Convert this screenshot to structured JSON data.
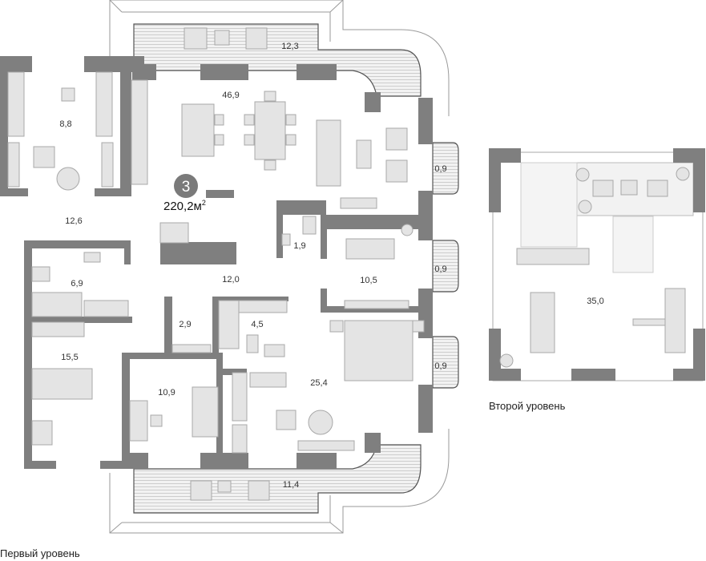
{
  "plan": {
    "apartment_number": "3",
    "total_area": "220,2",
    "area_unit": "м",
    "area_unit_power": "2"
  },
  "levels": [
    {
      "caption": "Первый уровень"
    },
    {
      "caption": "Второй уровень"
    }
  ],
  "rooms": {
    "balcony_top": "12,3",
    "living_kitchen": "46,9",
    "bedroom_left_top": "8,8",
    "hall": "12,6",
    "bay_1": "0,9",
    "bay_2": "0,9",
    "bay_3": "0,9",
    "wc": "1,9",
    "study": "10,5",
    "corridor": "12,0",
    "bathroom_left": "6,9",
    "laundry": "2,9",
    "bathroom_mid": "4,5",
    "bedroom_left_bottom": "15,5",
    "bedroom_small": "10,9",
    "master_bedroom": "25,4",
    "balcony_bottom": "11,4",
    "second_level_room": "35,0"
  }
}
